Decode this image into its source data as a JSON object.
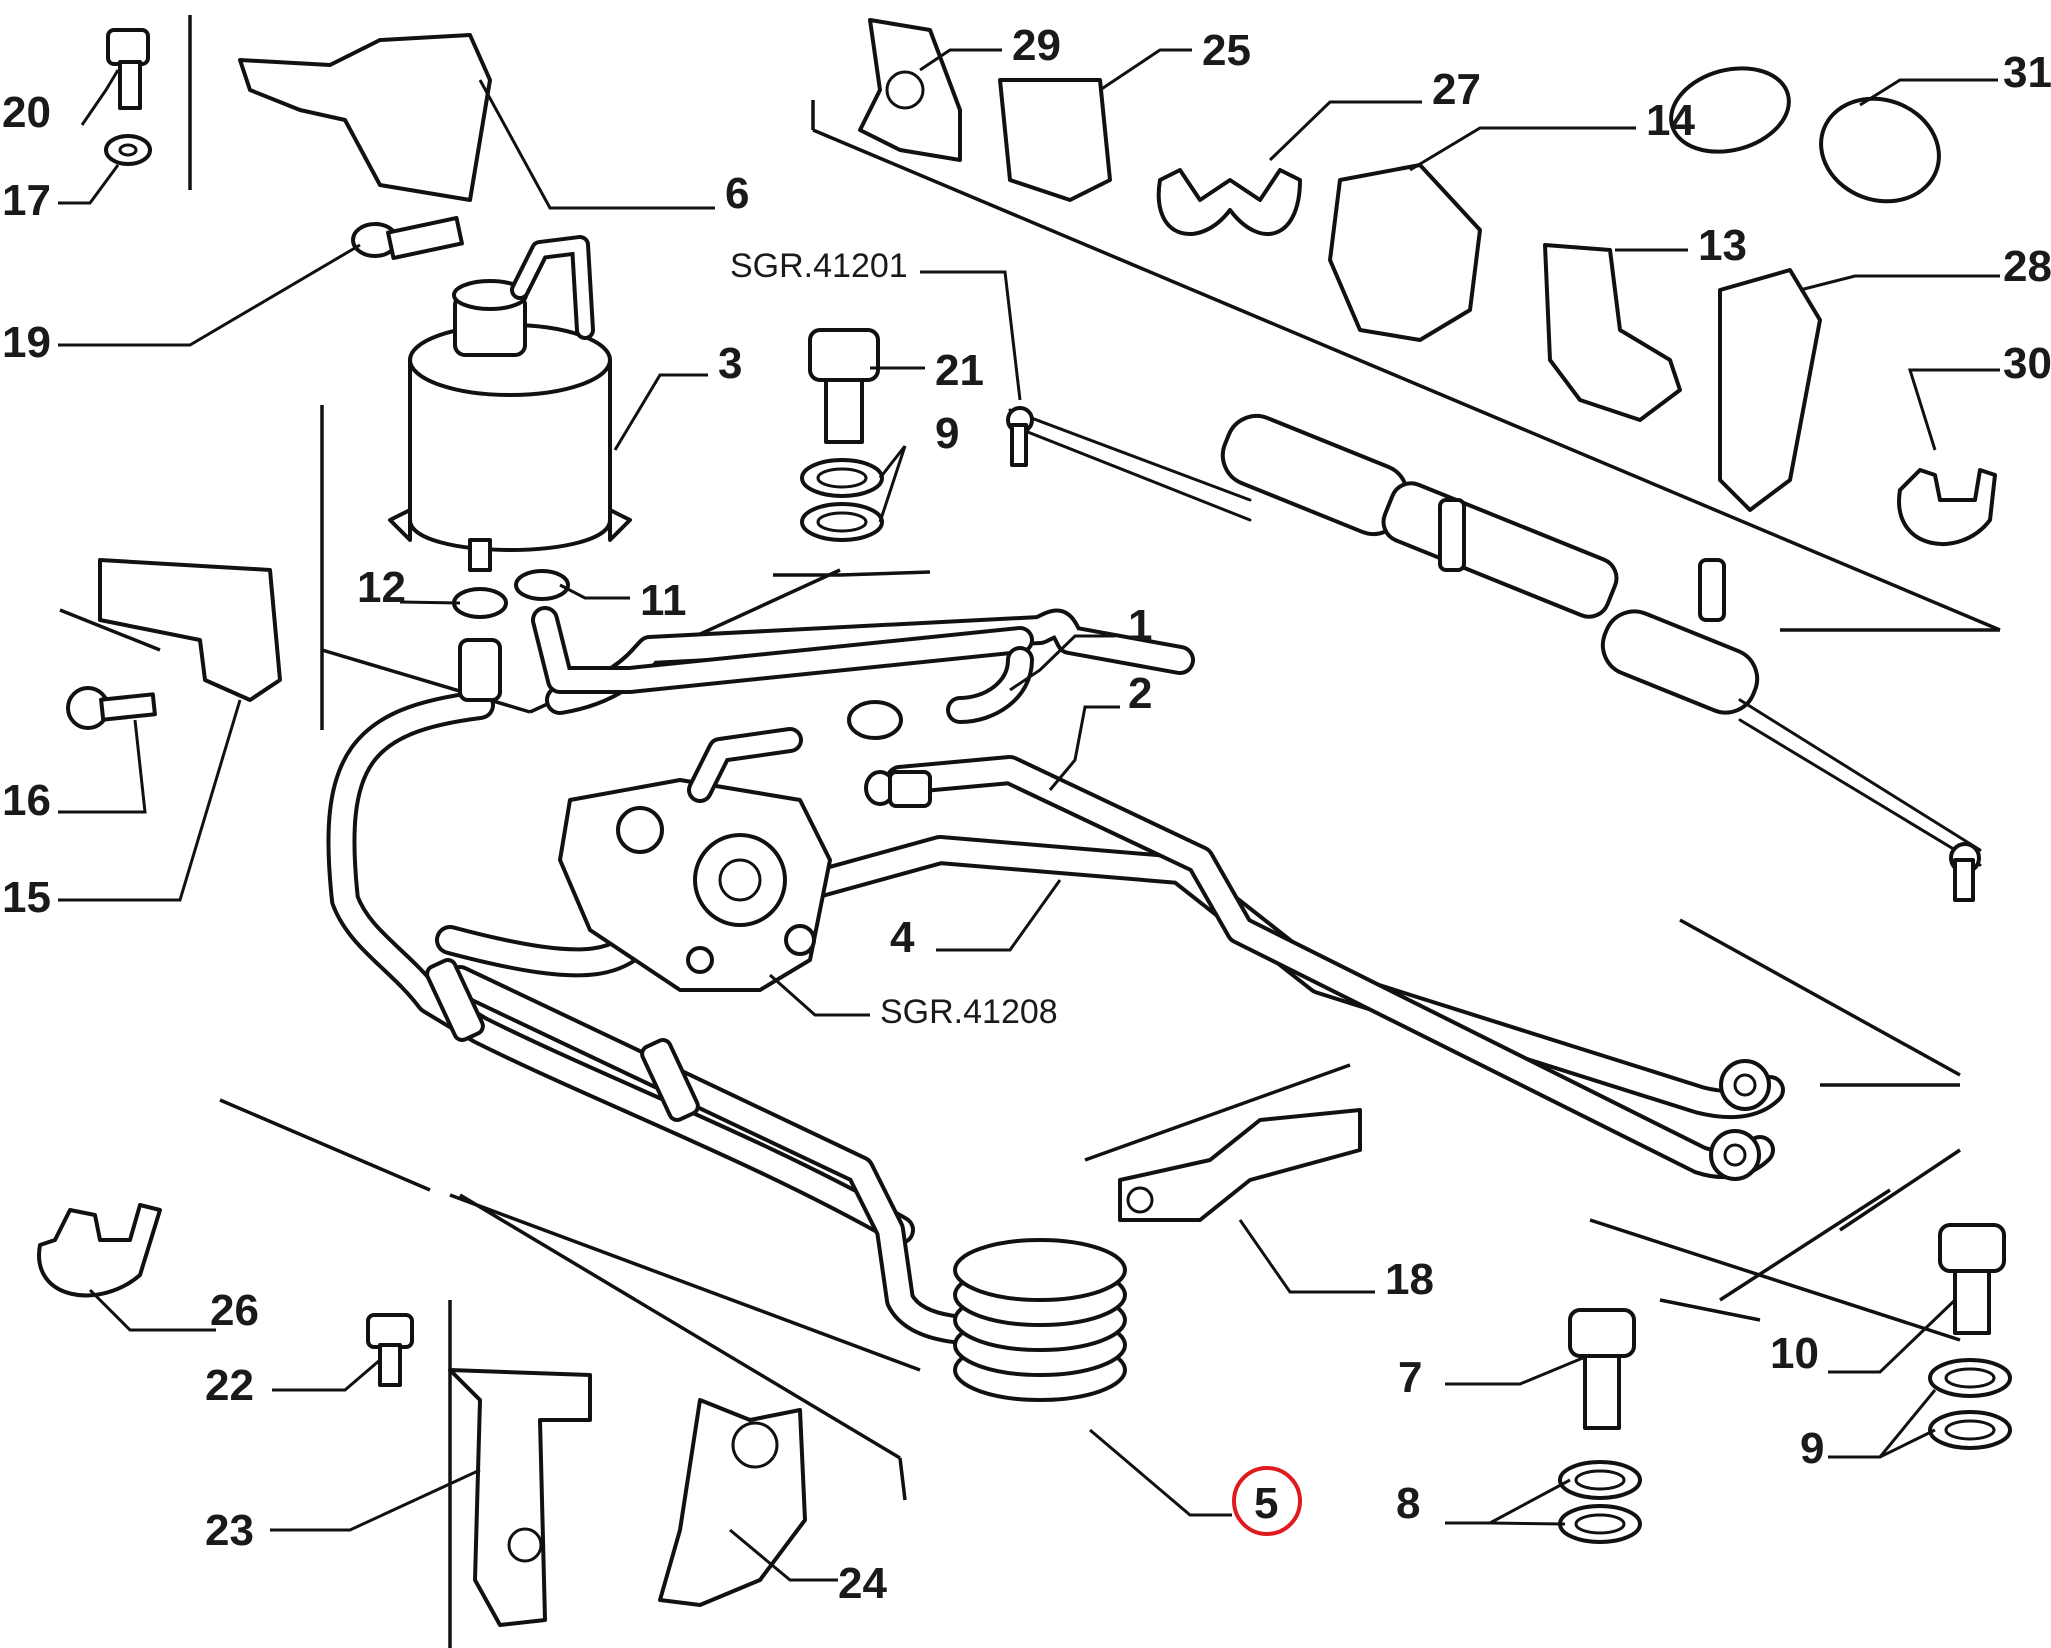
{
  "labels": [
    {
      "id": "20",
      "text": "20"
    },
    {
      "id": "17",
      "text": "17"
    },
    {
      "id": "19",
      "text": "19"
    },
    {
      "id": "6",
      "text": "6"
    },
    {
      "id": "3",
      "text": "3"
    },
    {
      "id": "21",
      "text": "21"
    },
    {
      "id": "9a",
      "text": "9"
    },
    {
      "id": "12",
      "text": "12"
    },
    {
      "id": "11",
      "text": "11"
    },
    {
      "id": "1",
      "text": "1"
    },
    {
      "id": "2",
      "text": "2"
    },
    {
      "id": "16",
      "text": "16"
    },
    {
      "id": "15",
      "text": "15"
    },
    {
      "id": "4",
      "text": "4"
    },
    {
      "id": "29",
      "text": "29"
    },
    {
      "id": "25",
      "text": "25"
    },
    {
      "id": "27",
      "text": "27"
    },
    {
      "id": "14",
      "text": "14"
    },
    {
      "id": "31",
      "text": "31"
    },
    {
      "id": "13",
      "text": "13"
    },
    {
      "id": "28",
      "text": "28"
    },
    {
      "id": "30",
      "text": "30"
    },
    {
      "id": "18",
      "text": "18"
    },
    {
      "id": "26",
      "text": "26"
    },
    {
      "id": "22",
      "text": "22"
    },
    {
      "id": "23",
      "text": "23"
    },
    {
      "id": "24",
      "text": "24"
    },
    {
      "id": "5",
      "text": "5"
    },
    {
      "id": "7",
      "text": "7"
    },
    {
      "id": "8",
      "text": "8"
    },
    {
      "id": "10",
      "text": "10"
    },
    {
      "id": "9b",
      "text": "9"
    }
  ],
  "refs": [
    {
      "id": "sgr41201",
      "text": "SGR.41201"
    },
    {
      "id": "sgr41208",
      "text": "SGR.41208"
    }
  ],
  "highlight": {
    "label_id": "5",
    "color": "#e0191e"
  }
}
